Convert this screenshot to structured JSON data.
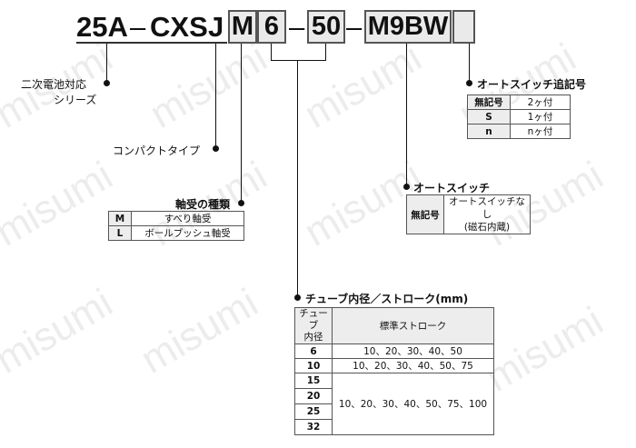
{
  "part_number": {
    "series": "25A",
    "sep1": "–",
    "model": "CXS",
    "j": "J",
    "bearing": "M",
    "bore": "6",
    "sep2": "–",
    "stroke": "50",
    "sep3": "–",
    "switch": "M9BW",
    "switch_count": ""
  },
  "labels": {
    "secondary_battery": "二次電池対応",
    "series": "シリーズ",
    "compact_type": "コンパクトタイプ",
    "bearing_type": "軸受の種類",
    "auto_switch_count": "オートスイッチ追記号",
    "auto_switch": "オートスイッチ",
    "bore_stroke": "チューブ内径／ストローク(mm)"
  },
  "bearing_table": [
    {
      "code": "M",
      "desc": "すべり軸受"
    },
    {
      "code": "L",
      "desc": "ボールブッシュ軸受"
    }
  ],
  "switch_count_table": [
    {
      "code": "無記号",
      "desc": "2ヶ付"
    },
    {
      "code": "S",
      "desc": "1ヶ付"
    },
    {
      "code": "n",
      "desc": "nヶ付"
    }
  ],
  "auto_switch_table": {
    "code": "無記号",
    "desc_line1": "オートスイッチなし",
    "desc_line2": "(磁石内蔵)"
  },
  "stroke_table": {
    "header_bore_line1": "チューブ",
    "header_bore_line2": "内径",
    "header_stroke": "標準ストローク",
    "rows": [
      {
        "bore": "6",
        "strokes": "10、20、30、40、50"
      },
      {
        "bore": "10",
        "strokes": "10、20、30、40、50、75"
      },
      {
        "bore": "15",
        "strokes": ""
      },
      {
        "bore": "20",
        "strokes": ""
      },
      {
        "bore": "25",
        "strokes": ""
      },
      {
        "bore": "32",
        "strokes": ""
      }
    ],
    "merged_strokes": "10、20、30、40、50、75、100"
  },
  "watermark": "misumi"
}
